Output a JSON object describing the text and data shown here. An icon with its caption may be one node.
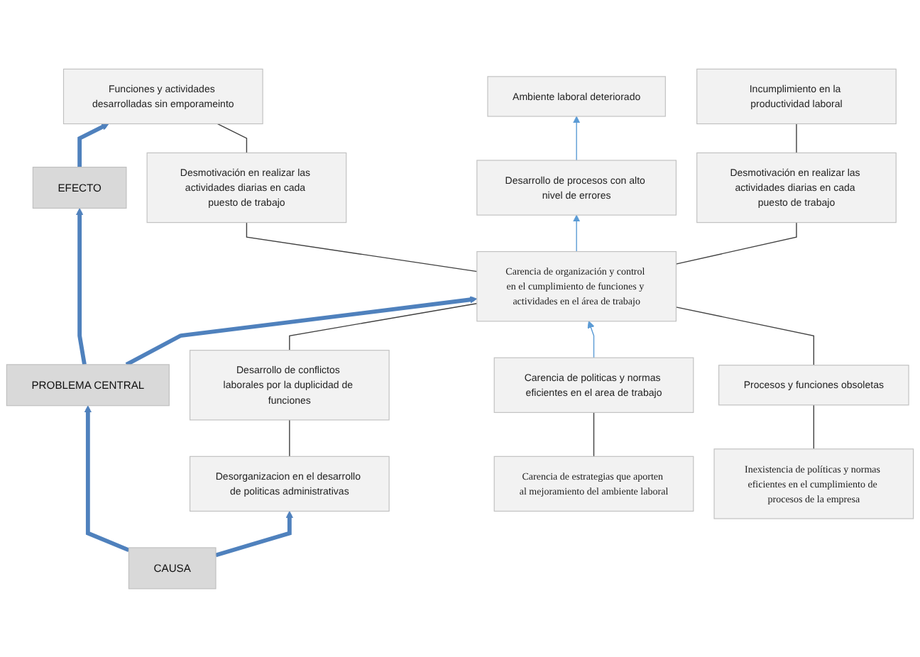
{
  "diagram": {
    "nodes": [
      {
        "text": [
          "EFECTO"
        ]
      },
      {
        "text": [
          "PROBLEMA CENTRAL"
        ]
      },
      {
        "text": [
          "CAUSA"
        ]
      },
      {
        "text": [
          "Funciones y actividades desarrolladas sin emporameinto"
        ]
      },
      {
        "text": [
          "Ambiente laboral deteriorado"
        ]
      },
      {
        "text": [
          "Incumplimiento en la productividad laboral"
        ]
      },
      {
        "text": [
          "Desmotivación en realizar las actividades diarias en cada puesto de trabajo"
        ]
      },
      {
        "text": [
          "Desarrollo de procesos con alto nivel de errores"
        ]
      },
      {
        "text": [
          "Desmotivación en realizar las actividades diarias en cada puesto de trabajo"
        ]
      },
      {
        "text": [
          "Carencia de organización y control en el cumplimiento de funciones y actividades en el área de trabajo"
        ]
      },
      {
        "text": [
          "Desarrollo de conflictos laborales por la duplicidad de funciones"
        ]
      },
      {
        "text": [
          "Carencia de politicas y normas eficientes en el area de trabajo"
        ]
      },
      {
        "text": [
          "Procesos y funciones obsoletas"
        ]
      },
      {
        "text": [
          "Desorganizacion en el desarrollo de politicas administrativas"
        ]
      },
      {
        "text": [
          "Carencia de estrategias que aporten al mejoramiento del ambiente laboral"
        ]
      },
      {
        "text": [
          "Inexistencia de políticas y normas eficientes en el cumplimiento de procesos de la empresa"
        ]
      }
    ],
    "edges": [
      {
        "from": 2,
        "to": 1,
        "arrow": "to",
        "style": "thick",
        "color": "#4f81bd"
      },
      {
        "from": 1,
        "to": 0,
        "arrow": "to",
        "style": "thick",
        "color": "#4f81bd"
      },
      {
        "from": 0,
        "to": 3,
        "arrow": "to",
        "style": "thick",
        "color": "#4f81bd"
      },
      {
        "from": 1,
        "to": 9,
        "arrow": "to",
        "style": "thick",
        "color": "#4f81bd"
      },
      {
        "from": 2,
        "to": 13,
        "arrow": "to",
        "style": "thick",
        "color": "#4f81bd"
      },
      {
        "from": 6,
        "to": 3,
        "arrow": "none"
      },
      {
        "from": 7,
        "to": 4,
        "arrow": "to",
        "color": "#5b9bd5"
      },
      {
        "from": 8,
        "to": 5,
        "arrow": "none"
      },
      {
        "from": 9,
        "to": 6,
        "arrow": "none"
      },
      {
        "from": 9,
        "to": 7,
        "arrow": "to",
        "color": "#5b9bd5"
      },
      {
        "from": 9,
        "to": 8,
        "arrow": "none"
      },
      {
        "from": 10,
        "to": 9,
        "arrow": "none"
      },
      {
        "from": 11,
        "to": 9,
        "arrow": "to",
        "color": "#5b9bd5"
      },
      {
        "from": 12,
        "to": 9,
        "arrow": "none"
      },
      {
        "from": 13,
        "to": 10,
        "arrow": "none"
      },
      {
        "from": 14,
        "to": 11,
        "arrow": "none"
      },
      {
        "from": 15,
        "to": 12,
        "arrow": "none"
      }
    ]
  }
}
